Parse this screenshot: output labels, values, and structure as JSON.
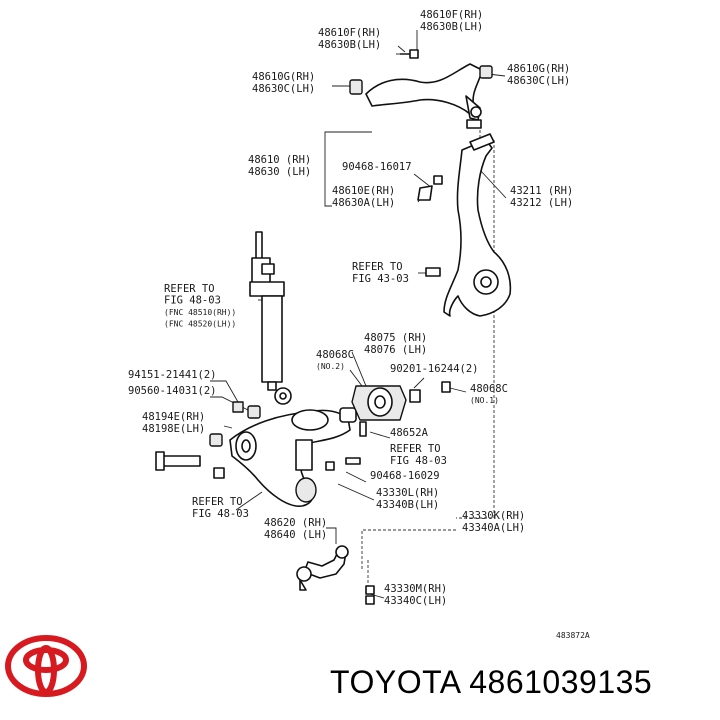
{
  "labels": {
    "l48610f": [
      "48610F(RH)",
      "48630B(LH)"
    ],
    "l48610f2": [
      "48610F(RH)",
      "48630B(LH)"
    ],
    "l48610g_r": [
      "48610G(RH)",
      "48630C(LH)"
    ],
    "l48610g_l": [
      "48610G(RH)",
      "48630C(LH)"
    ],
    "l48610": [
      "48610 (RH)",
      "48630 (LH)"
    ],
    "l90468_16017": [
      "90468-16017"
    ],
    "l48610e": [
      "48610E(RH)",
      "48630A(LH)"
    ],
    "l43211": [
      "43211 (RH)",
      "43212 (LH)"
    ],
    "refer_43": [
      "REFER TO",
      "FIG 43-03"
    ],
    "refer_48_a": [
      "REFER TO",
      "FIG 48-03",
      "(FNC 48510(RH))",
      "(FNC 48520(LH))"
    ],
    "l48075": [
      "48075 (RH)",
      "48076 (LH)"
    ],
    "l48068c_l": [
      "48068C",
      "(NO.2)"
    ],
    "l90201": [
      "90201-16244(2)"
    ],
    "l48068c_r": [
      "48068C",
      "(NO.1)"
    ],
    "l94151": [
      "94151-21441(2)"
    ],
    "l90560": [
      "90560-14031(2)"
    ],
    "l48194e": [
      "48194E(RH)",
      "48198E(LH)"
    ],
    "l48652a": [
      "48652A"
    ],
    "refer_48_b": [
      "REFER TO",
      "FIG 48-03"
    ],
    "l90468_16029": [
      "90468-16029"
    ],
    "l43330l": [
      "43330L(RH)",
      "43340B(LH)"
    ],
    "refer_48_c": [
      "REFER TO",
      "FIG 48-03"
    ],
    "l48620": [
      "48620 (RH)",
      "48640 (LH)"
    ],
    "l43330k": [
      "43330K(RH)",
      "43340A(LH)"
    ],
    "l43330m": [
      "43330M(RH)",
      "43340C(LH)"
    ],
    "diagram_id": [
      "483872A"
    ]
  },
  "brand": {
    "text": "TOYOTA 4861039135",
    "logo": "toyota-logo",
    "logo_color": "#d71920"
  }
}
